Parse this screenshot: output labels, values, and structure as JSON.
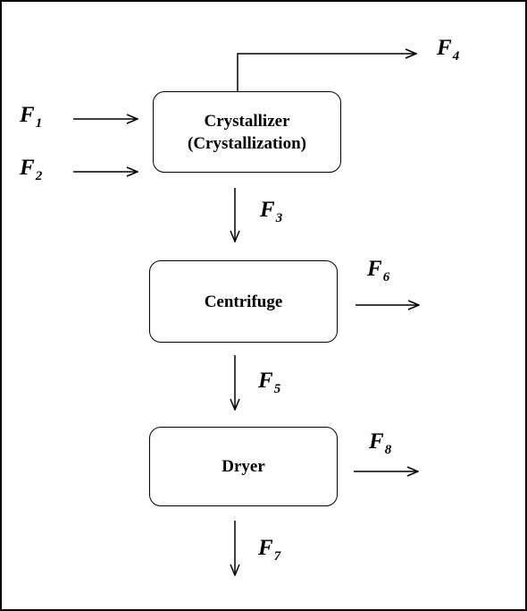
{
  "units": [
    {
      "name": "crystallizer",
      "line1": "Crystallizer",
      "line2": "(Crystallization)"
    },
    {
      "name": "centrifuge",
      "line1": "Centrifuge"
    },
    {
      "name": "dryer",
      "line1": "Dryer"
    }
  ],
  "streams": [
    {
      "id": "F1",
      "letter": "F",
      "sub": "1"
    },
    {
      "id": "F2",
      "letter": "F",
      "sub": "2"
    },
    {
      "id": "F3",
      "letter": "F",
      "sub": "3"
    },
    {
      "id": "F4",
      "letter": "F",
      "sub": "4"
    },
    {
      "id": "F5",
      "letter": "F",
      "sub": "5"
    },
    {
      "id": "F6",
      "letter": "F",
      "sub": "6"
    },
    {
      "id": "F7",
      "letter": "F",
      "sub": "7"
    },
    {
      "id": "F8",
      "letter": "F",
      "sub": "8"
    }
  ]
}
